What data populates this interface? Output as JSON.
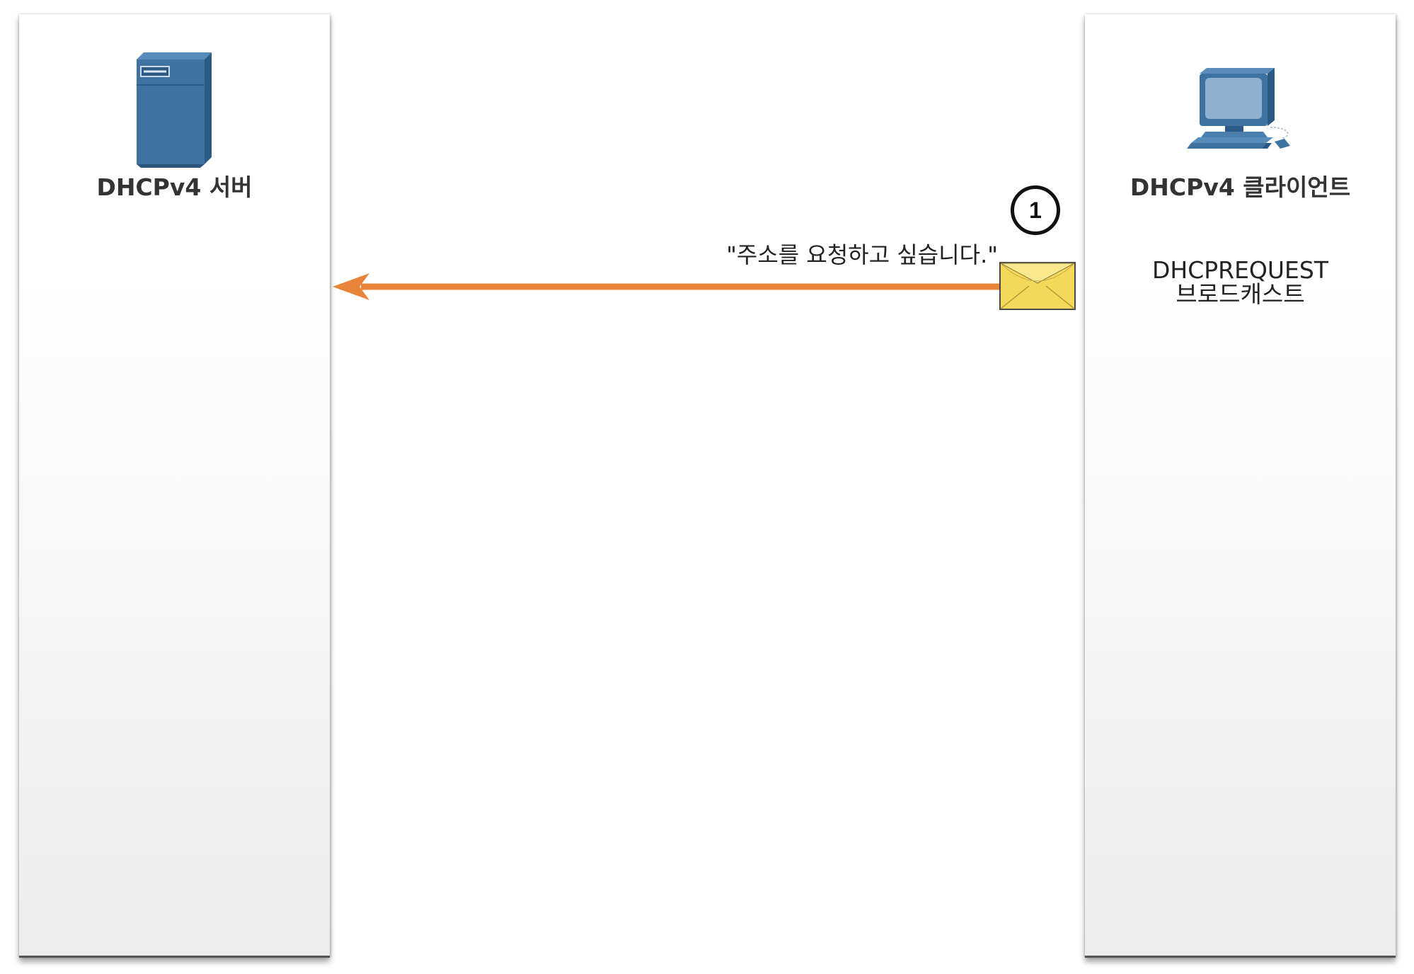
{
  "server": {
    "label": "DHCPv4 서버",
    "icon": "server-tower-icon",
    "color": "#3e72a0"
  },
  "client": {
    "label": "DHCPv4 클라이언트",
    "icon": "desktop-computer-icon",
    "color": "#3e72a0",
    "message_type_line1": "DHCPREQUEST",
    "message_type_line2": "브로드캐스트"
  },
  "message": {
    "step": "1",
    "text": "\"주소를 요청하고 싶습니다.\"",
    "direction": "client-to-server",
    "arrow_color": "#e8843a",
    "envelope_icon": "envelope-icon",
    "envelope_color": "#f5d85a"
  }
}
